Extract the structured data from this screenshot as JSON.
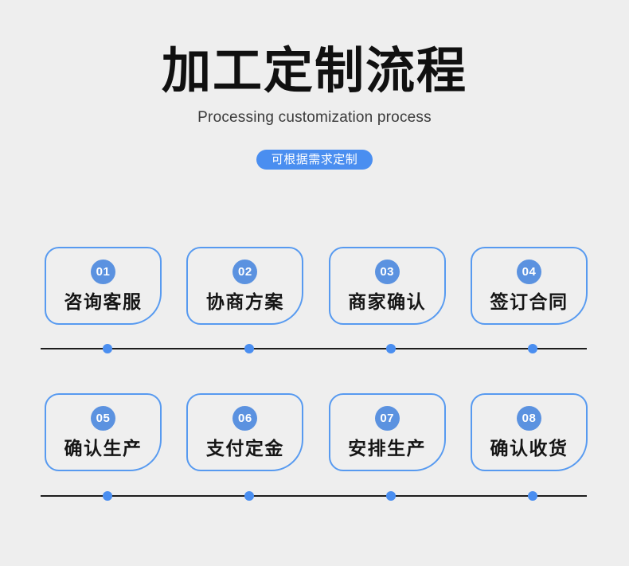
{
  "header": {
    "title": "加工定制流程",
    "subtitle": "Processing customization process",
    "badge": "可根据需求定制",
    "badge_color": "#4a8ef0",
    "title_color": "#101010",
    "subtitle_color": "#3a3a3a"
  },
  "theme": {
    "background": "#eeeeee",
    "card_background": "#efefef",
    "card_border": "#579af0",
    "number_circle": "#5b92e0",
    "connector_line": "#1d1d1d",
    "connector_dot": "#4a8ef0"
  },
  "rows": [
    {
      "name": "row-1",
      "cards": [
        {
          "number": "01",
          "label": "咨询客服"
        },
        {
          "number": "02",
          "label": "协商方案"
        },
        {
          "number": "03",
          "label": "商家确认"
        },
        {
          "number": "04",
          "label": "签订合同"
        }
      ]
    },
    {
      "name": "row-2",
      "cards": [
        {
          "number": "05",
          "label": "确认生产"
        },
        {
          "number": "06",
          "label": "支付定金"
        },
        {
          "number": "07",
          "label": "安排生产"
        },
        {
          "number": "08",
          "label": "确认收货"
        }
      ]
    }
  ],
  "connectors": [
    {
      "name": "connector-1",
      "dot_positions": [
        78,
        256,
        434,
        612
      ]
    },
    {
      "name": "connector-2",
      "dot_positions": [
        78,
        256,
        434,
        612
      ]
    }
  ]
}
